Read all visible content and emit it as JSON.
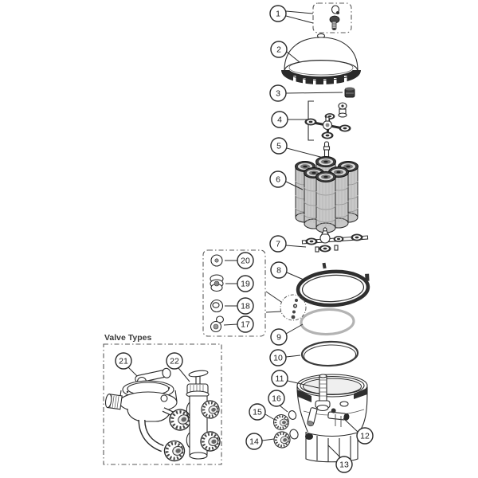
{
  "diagram": {
    "valve_section_label": "Valve Types",
    "callouts": [
      "1",
      "2",
      "3",
      "4",
      "5",
      "6",
      "7",
      "8",
      "9",
      "10",
      "11",
      "12",
      "13",
      "14",
      "15",
      "16",
      "17",
      "18",
      "19",
      "20",
      "21",
      "22"
    ],
    "colors": {
      "line": "#2a2a2a",
      "grid_fill": "#c8c8c8",
      "dark_band": "#2f2f2f",
      "o_ring_gray": "#b3b3b3",
      "background": "#ffffff"
    }
  }
}
